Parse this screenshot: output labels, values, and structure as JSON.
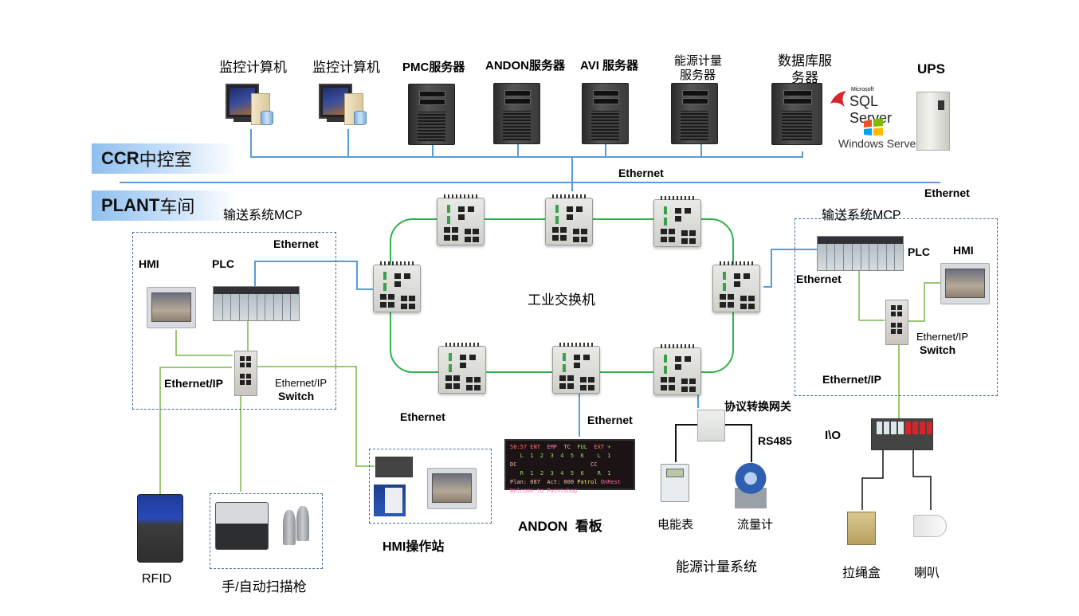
{
  "zones": {
    "ccr": {
      "latin": "CCR",
      "cn": "中控室"
    },
    "plant": {
      "latin": "PLANT",
      "cn": "车间"
    }
  },
  "ccr_devices": [
    {
      "label": "监控计算机",
      "type": "workstation-icon"
    },
    {
      "label": "监控计算机",
      "type": "workstation-icon"
    },
    {
      "label": "PMC服务器",
      "type": "server-icon"
    },
    {
      "label": "ANDON服务器",
      "type": "server-icon"
    },
    {
      "label": "AVI 服务器",
      "type": "server-icon"
    },
    {
      "label_line1": "能源计量",
      "label_line2": "服务器",
      "type": "server-icon"
    },
    {
      "label_line1": "数据库服",
      "label_line2": "务器",
      "type": "server-icon"
    },
    {
      "label": "UPS",
      "type": "ups-icon"
    }
  ],
  "software_logos": {
    "sql_vendor": "Microsoft",
    "sql": "SQL Server",
    "windows": "Windows Server"
  },
  "network_labels": {
    "ccr_ethernet": "Ethernet",
    "backbone_ethernet": "Ethernet",
    "left_mcp_ethernet": "Ethernet",
    "right_mcp_ethernet": "Ethernet",
    "ring_bottom_left_ethernet": "Ethernet",
    "andon_ethernet": "Ethernet",
    "ring_label": "工业交换机"
  },
  "left_mcp": {
    "title": "输送系统MCP",
    "hmi": "HMI",
    "plc": "PLC",
    "ethernet_ip": "Ethernet/IP",
    "switch_line1": "Ethernet/IP",
    "switch_line2": "Switch"
  },
  "right_mcp": {
    "title": "输送系统MCP",
    "hmi": "HMI",
    "plc": "PLC",
    "ethernet": "Ethernet",
    "ethernet_ip": "Ethernet/IP",
    "switch_line1": "Ethernet/IP",
    "switch_line2": "Switch"
  },
  "field_devices": {
    "rfid": "RFID",
    "scanner": "手/自动扫描枪",
    "hmi_station": "HMI操作站",
    "andon_board": "ANDON  看板",
    "gateway": "协议转换网关",
    "rs485": "RS485",
    "energy_meter": "电能表",
    "flow_meter": "流量计",
    "energy_system": "能源计量系统",
    "io": "I\\O",
    "pull_cord": "拉绳盒",
    "horn": "喇叭"
  },
  "andon_display": {
    "rows": [
      [
        {
          "t": "58:57 ",
          "c": "c-red"
        },
        {
          "t": "ENT  ",
          "c": "c-red"
        },
        {
          "t": "EMP  ",
          "c": "c-pnk"
        },
        {
          "t": "TC  ",
          "c": "c-wht"
        },
        {
          "t": "FUL  ",
          "c": "c-grn"
        },
        {
          "t": "EXT ",
          "c": "c-red"
        },
        {
          "t": "+",
          "c": "c-grn"
        }
      ],
      [
        {
          "t": "   L  1  2  3  4  5  6    L  1",
          "c": "c-grn"
        }
      ],
      [
        {
          "t": "DC",
          "c": "c-wht"
        },
        {
          "t": "                      ",
          "c": "c-grn"
        },
        {
          "t": "CC",
          "c": "c-wht"
        }
      ],
      [
        {
          "t": "   R  1  2  3  4  5  6    R  1",
          "c": "c-grn"
        }
      ],
      [
        {
          "t": "Plan: 087  Act: 000 ",
          "c": "c-wht"
        },
        {
          "t": "Patrol ",
          "c": "c-yel"
        },
        {
          "t": "OnRest",
          "c": "c-pnk"
        }
      ],
      [
        {
          "t": "Welcome to Paintshop",
          "c": "c-pnk"
        }
      ]
    ]
  },
  "colors": {
    "ethernet_line": "#5b9bd5",
    "ring_line": "#2db34a",
    "ethernet_ip_line": "#7ab648",
    "serial_line": "#111111",
    "dashed_box": "#4a6e96",
    "zone_band": "#8fbfef"
  }
}
